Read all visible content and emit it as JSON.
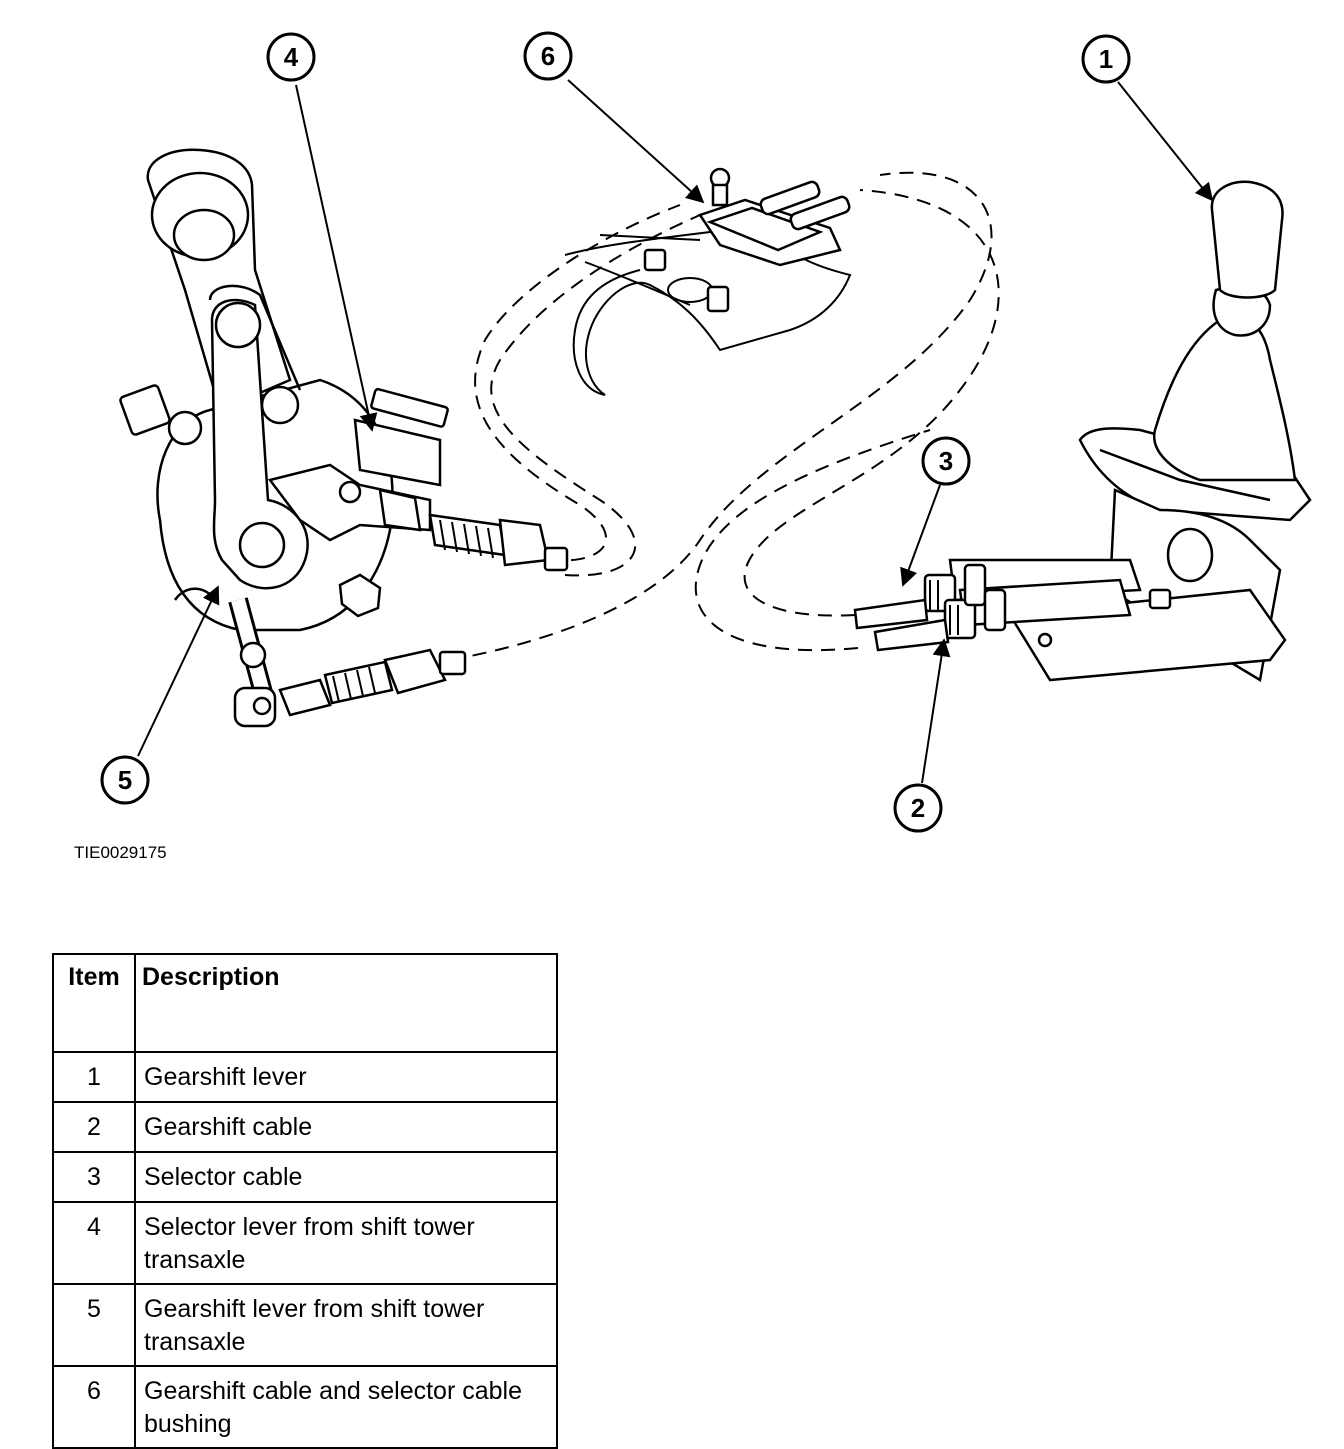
{
  "figure": {
    "id_label": "TIE0029175",
    "callouts": [
      "1",
      "2",
      "3",
      "4",
      "5",
      "6"
    ]
  },
  "legend": {
    "headers": {
      "item": "Item",
      "description": "Description"
    },
    "rows": [
      {
        "item": "1",
        "description": "Gearshift lever"
      },
      {
        "item": "2",
        "description": "Gearshift cable"
      },
      {
        "item": "3",
        "description": "Selector cable"
      },
      {
        "item": "4",
        "description": "Selector lever from shift tower transaxle"
      },
      {
        "item": "5",
        "description": "Gearshift lever from shift tower transaxle"
      },
      {
        "item": "6",
        "description": "Gearshift cable and selector cable bushing"
      }
    ]
  }
}
